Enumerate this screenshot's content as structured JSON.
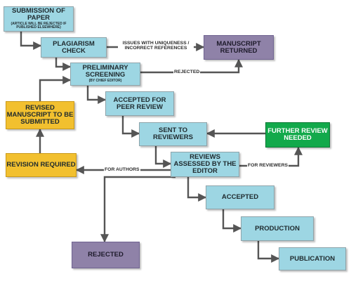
{
  "nodes": {
    "submission": {
      "title": "Submission of Paper",
      "note": "(Article will be rejected if published elsewhere)"
    },
    "plagiarism": {
      "title": "Plagiarism Check"
    },
    "manuscript_returned": {
      "title": "Manuscript Returned"
    },
    "screening": {
      "title": "Preliminary Screening",
      "note": "(by chief editor)"
    },
    "accepted_peer": {
      "title": "Accepted for Peer Review"
    },
    "revised_manuscript": {
      "title": "Revised Manuscript to be Submitted"
    },
    "sent_reviewers": {
      "title": "Sent to Reviewers"
    },
    "further_review": {
      "title": "Further Review Needed"
    },
    "revision_required": {
      "title": "Revision Required"
    },
    "reviews_assessed": {
      "title": "Reviews Assessed by the Editor"
    },
    "accepted": {
      "title": "Accepted"
    },
    "production": {
      "title": "Production"
    },
    "rejected": {
      "title": "Rejected"
    },
    "publication": {
      "title": "Publication"
    }
  },
  "edge_labels": {
    "uniqueness": "Issues with uniqueness / incorrect references",
    "rejected": "Rejected",
    "for_authors": "For authors",
    "for_reviewers": "For reviewers"
  },
  "colors": {
    "process": "#9dd6e3",
    "terminal": "#8f82a8",
    "revision": "#f2c02f",
    "review": "#12a94b",
    "connector": "#555555"
  }
}
